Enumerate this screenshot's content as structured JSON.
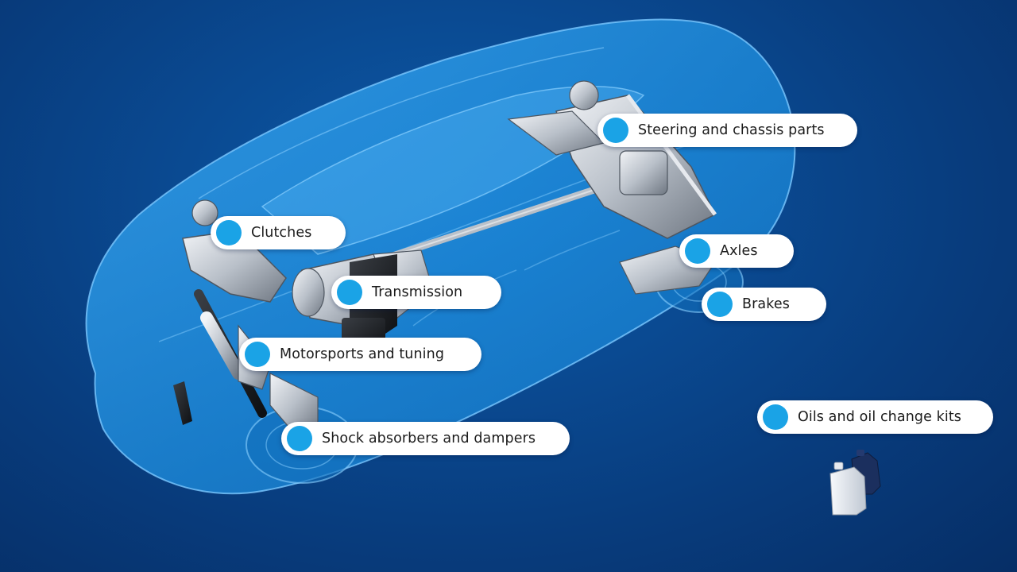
{
  "hotspots": {
    "steering": {
      "label": "Steering and chassis parts"
    },
    "clutches": {
      "label": "Clutches"
    },
    "axles": {
      "label": "Axles"
    },
    "transmission": {
      "label": "Transmission"
    },
    "brakes": {
      "label": "Brakes"
    },
    "motorsports": {
      "label": "Motorsports and tuning"
    },
    "oils": {
      "label": "Oils and oil change kits"
    },
    "shock": {
      "label": "Shock absorbers and dampers"
    }
  },
  "colors": {
    "background": "#0a4a92",
    "car_body": "#1e8fe0",
    "hotspot_dot": "#1aa3e6",
    "label_bg": "#ffffff",
    "label_text": "#1b1b1b"
  },
  "icons": {
    "marker": "circle-marker-icon"
  }
}
